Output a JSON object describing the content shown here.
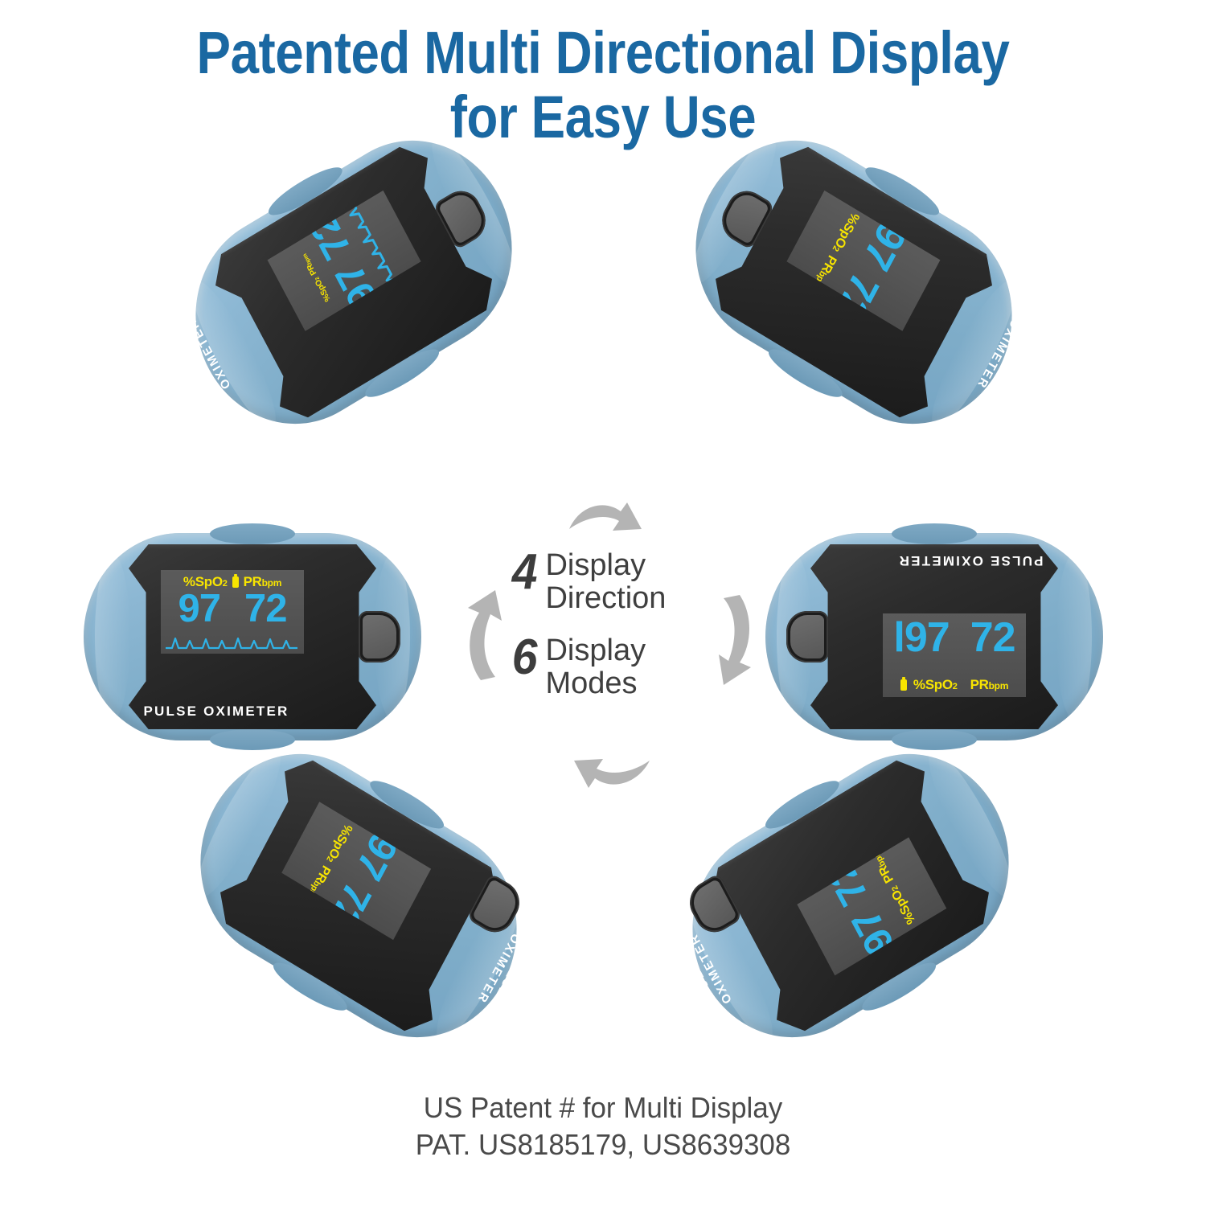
{
  "title": {
    "line1": "Patented Multi Directional Display",
    "line2": "for Easy Use",
    "color": "#1a68a2"
  },
  "center": {
    "rows": [
      {
        "number": "4",
        "line1": "Display",
        "line2": "Direction"
      },
      {
        "number": "6",
        "line1": "Display",
        "line2": "Modes"
      }
    ],
    "arrow_color": "#b4b4b4",
    "text_color": "#3f3f3f"
  },
  "footer": {
    "line1": "US Patent # for Multi Display",
    "line2": "PAT. US8185179,  US8639308",
    "color": "#4a4a4a"
  },
  "display": {
    "spo2_label": "%SpO",
    "spo2_sub": "2",
    "pr_label": "PR",
    "pr_unit": "bpm",
    "spo2_value": "97",
    "spo2_value_bar": "l97",
    "pr_value": "72",
    "brand_text": "PULSE OXIMETER",
    "label_color": "#f8e500",
    "value_color": "#2fb3e8",
    "brand_color": "#ffffff",
    "screen_bg": "#555555"
  },
  "device": {
    "shell_color": "#8cb7d3",
    "plate_color": "#2c2c2c",
    "button_color": "#6e6e6e"
  },
  "devices": [
    {
      "id": "dev-tl",
      "position": "top-left",
      "orientation": "rotated-ccw-screen-90",
      "spo2": "97",
      "pr": "72",
      "shows_wave": true,
      "shows_battery": false
    },
    {
      "id": "dev-tr",
      "position": "top-right",
      "orientation": "rotated-cw-screen-270",
      "spo2": "l97",
      "pr": "72",
      "shows_wave": false,
      "shows_battery": true
    },
    {
      "id": "dev-ml",
      "position": "middle-left",
      "orientation": "upright",
      "spo2": "97",
      "pr": "72",
      "shows_wave": true,
      "shows_battery": true
    },
    {
      "id": "dev-mr",
      "position": "middle-right",
      "orientation": "inverted-180",
      "spo2": "l97",
      "pr": "72",
      "shows_wave": false,
      "shows_battery": true
    },
    {
      "id": "dev-bl",
      "position": "bottom-left",
      "orientation": "rotated-screen-90",
      "spo2": "l97",
      "pr": "72",
      "shows_wave": false,
      "shows_battery": true
    },
    {
      "id": "dev-br",
      "position": "bottom-right",
      "orientation": "rotated-screen-270",
      "spo2": "l97",
      "pr": "72",
      "shows_wave": false,
      "shows_battery": true
    }
  ]
}
